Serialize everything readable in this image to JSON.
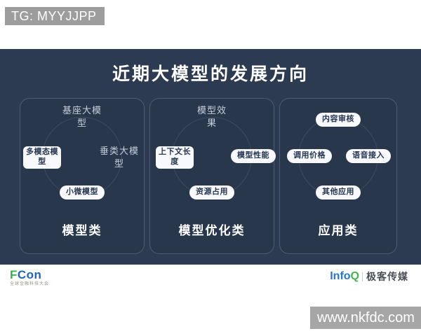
{
  "overlays": {
    "top_left_badge": "TG: MYYJJPP",
    "bottom_right_badge": "www.nkfdc.com"
  },
  "slide": {
    "title": "近期大模型的发展方向",
    "panels": [
      {
        "category": "模型类",
        "labels": {
          "top": "基座大模型",
          "left_box": "多模态模型",
          "right": "垂类大模型",
          "bottom_box": "小微模型"
        }
      },
      {
        "category": "模型优化类",
        "labels": {
          "top": "模型效果",
          "left_box": "上下文长度",
          "right_box": "模型性能",
          "bottom_box": "资源占用"
        }
      },
      {
        "category": "应用类",
        "labels": {
          "top_box": "内容审核",
          "left_box": "调用价格",
          "right_box": "语音接入",
          "bottom_box": "其他应用"
        }
      }
    ]
  },
  "footer": {
    "fcon_f": "F",
    "fcon_con": "Con",
    "fcon_tagline": "全球金融科技大会",
    "infoq_info": "Info",
    "infoq_q": "Q",
    "infoq_brand": "极客传媒"
  },
  "colors": {
    "slide_bg": "#2c3a52",
    "watermark_gray": "#a0a0a0",
    "chip_bg": "#f7f9fc",
    "chip_text": "#263650",
    "fcon_green": "#35b44a",
    "fcon_blue": "#1f64b5",
    "infoq_blue": "#2577d0",
    "infoq_green": "#43b649"
  }
}
